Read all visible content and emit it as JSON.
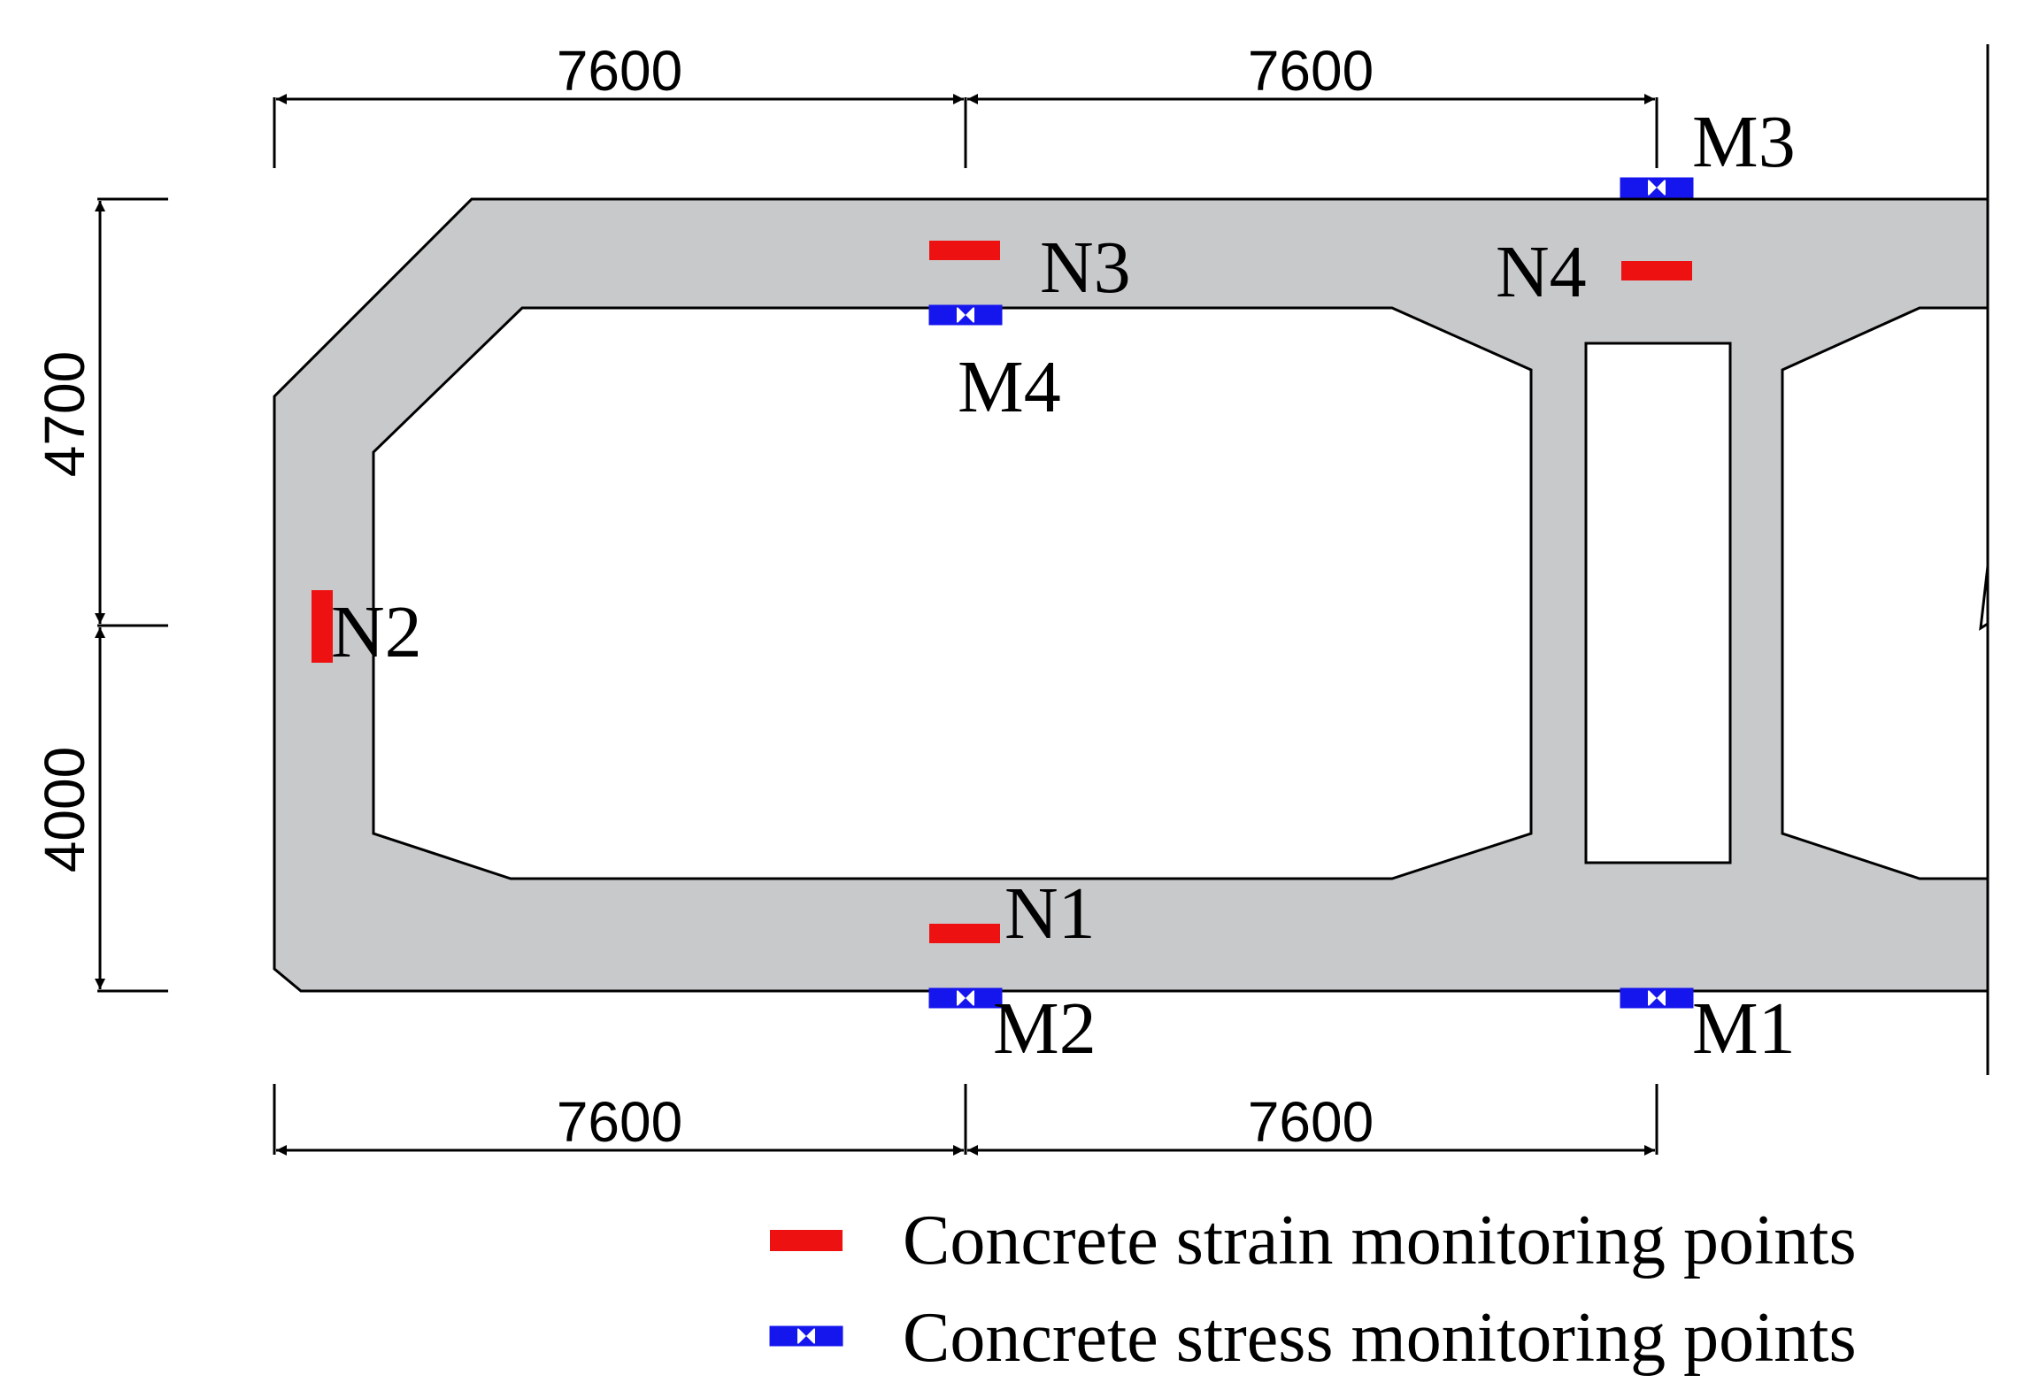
{
  "colors": {
    "concrete": "#c8c9cb",
    "strain_marker": "#ee1111",
    "stress_marker": "#1515ee",
    "line": "#000000",
    "background": "#ffffff"
  },
  "dimensions": {
    "top_left": "7600",
    "top_right": "7600",
    "bottom_left": "7600",
    "bottom_right": "7600",
    "left_upper": "4700",
    "left_lower": "4000"
  },
  "strain_points": {
    "n1": "N1",
    "n2": "N2",
    "n3": "N3",
    "n4": "N4"
  },
  "stress_points": {
    "m1": "M1",
    "m2": "M2",
    "m3": "M3",
    "m4": "M4"
  },
  "legend": {
    "strain_label": "Concrete strain monitoring points",
    "stress_label": "Concrete stress monitoring points"
  }
}
